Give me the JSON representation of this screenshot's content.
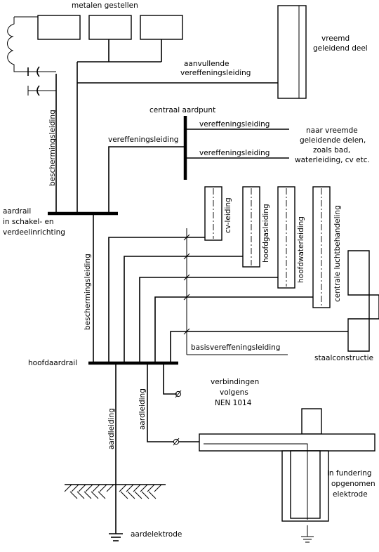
{
  "labels": {
    "metalen_gestellen": "metalen gestellen",
    "vreemd_1": "vreemd",
    "vreemd_2": "geleidend deel",
    "aanvullende_1": "aanvullende",
    "aanvullende_2": "vereffeningsleiding",
    "centraal_aardpunt": "centraal aardpunt",
    "vereffening_left": "vereffeningsleiding",
    "vereffening_top": "vereffeningsleiding",
    "vereffening_bottom": "vereffeningsleiding",
    "naar_1": "naar vreemde",
    "naar_2": "geleidende delen,",
    "naar_3": "zoals bad,",
    "naar_4": "waterleiding, cv etc.",
    "beschermingsleiding_top": "beschermingsleiding",
    "aardrail_1": "aardrail",
    "aardrail_2": "in schakel- en",
    "aardrail_3": "verdeelinrichting",
    "cv_leiding": "cv-leiding",
    "hoofdgasleiding": "hoofdgasleiding",
    "hoofdwaterleiding": "hoofdwaterleiding",
    "luchtbehandeling": "centrale luchtbehandeling",
    "beschermingsleiding_mid": "beschermingsleiding",
    "basisvereffeningsleiding": "basisvereffeningsleiding",
    "staalconstructie": "staalconstructie",
    "hoofdaardrail": "hoofdaardrail",
    "verbindingen_1": "verbindingen",
    "verbindingen_2": "volgens",
    "verbindingen_3": "NEN 1014",
    "aardleiding_a": "aardleiding",
    "aardleiding_b": "aardleiding",
    "fundering_1": "in fundering",
    "fundering_2": "opgenomen",
    "fundering_3": "elektrode",
    "aardelektrode": "aardelektrode"
  }
}
